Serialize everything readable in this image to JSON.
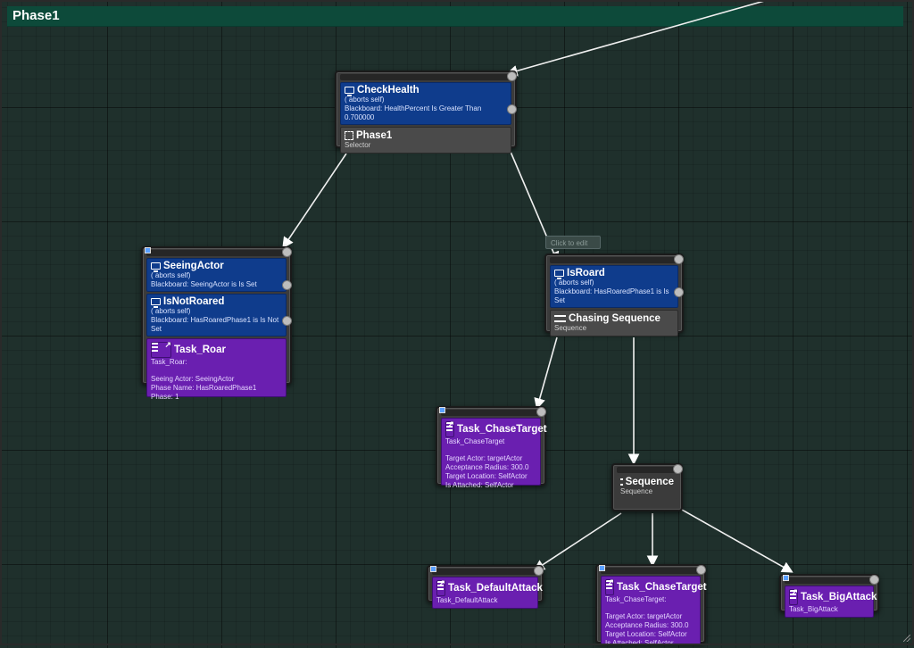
{
  "graph": {
    "title": "Phase1"
  },
  "click_to_edit": "Click to edit",
  "nodes": {
    "phase1": {
      "decorator": {
        "title": "CheckHealth",
        "aborts": "( aborts self)",
        "desc": "Blackboard: HealthPercent Is Greater Than 0.700000"
      },
      "composite": {
        "title": "Phase1",
        "type": "Selector"
      }
    },
    "seeing_actor": {
      "decorator1": {
        "title": "SeeingActor",
        "aborts": "( aborts self)",
        "desc": "Blackboard: SeeingActor is Is Set"
      },
      "decorator2": {
        "title": "IsNotRoared",
        "aborts": "( aborts self)",
        "desc": "Blackboard: HasRoaredPhase1 is Is Not Set"
      },
      "task": {
        "title": "Task_Roar",
        "class": "Task_Roar:",
        "props": [
          "Seeing Actor: SeeingActor",
          "Phase Name: HasRoaredPhase1",
          "Phase: 1"
        ]
      }
    },
    "chasing": {
      "decorator": {
        "title": "IsRoard",
        "aborts": "( aborts self)",
        "desc": "Blackboard: HasRoaredPhase1 is Is Set"
      },
      "composite": {
        "title": "Chasing Sequence",
        "type": "Sequence"
      }
    },
    "chase_target_1": {
      "task": {
        "title": "Task_ChaseTarget",
        "class": "Task_ChaseTarget",
        "props": [
          "Target Actor: targetActor",
          "Acceptance Radius: 300.0",
          "Target Location: SelfActor",
          "Is Attached: SelfActor"
        ]
      }
    },
    "sequence": {
      "composite": {
        "title": "Sequence",
        "type": "Sequence"
      }
    },
    "default_attack": {
      "task": {
        "title": "Task_DefaultAttack",
        "class": "Task_DefaultAttack"
      }
    },
    "chase_target_2": {
      "task": {
        "title": "Task_ChaseTarget",
        "class": "Task_ChaseTarget:",
        "props": [
          "Target Actor: targetActor",
          "Acceptance Radius: 300.0",
          "Target Location: SelfActor",
          "Is Attached: SelfActor"
        ]
      }
    },
    "big_attack": {
      "task": {
        "title": "Task_BigAttack",
        "class": "Task_BigAttack"
      }
    }
  },
  "colors": {
    "decorator": "#0f3c8c",
    "task": "#6a1fb0",
    "composite": "#4a4a4a",
    "titlebar": "#0d4a3a"
  },
  "icons": [
    "monitor-icon",
    "selector-icon",
    "sequence-icon",
    "task-icon"
  ]
}
